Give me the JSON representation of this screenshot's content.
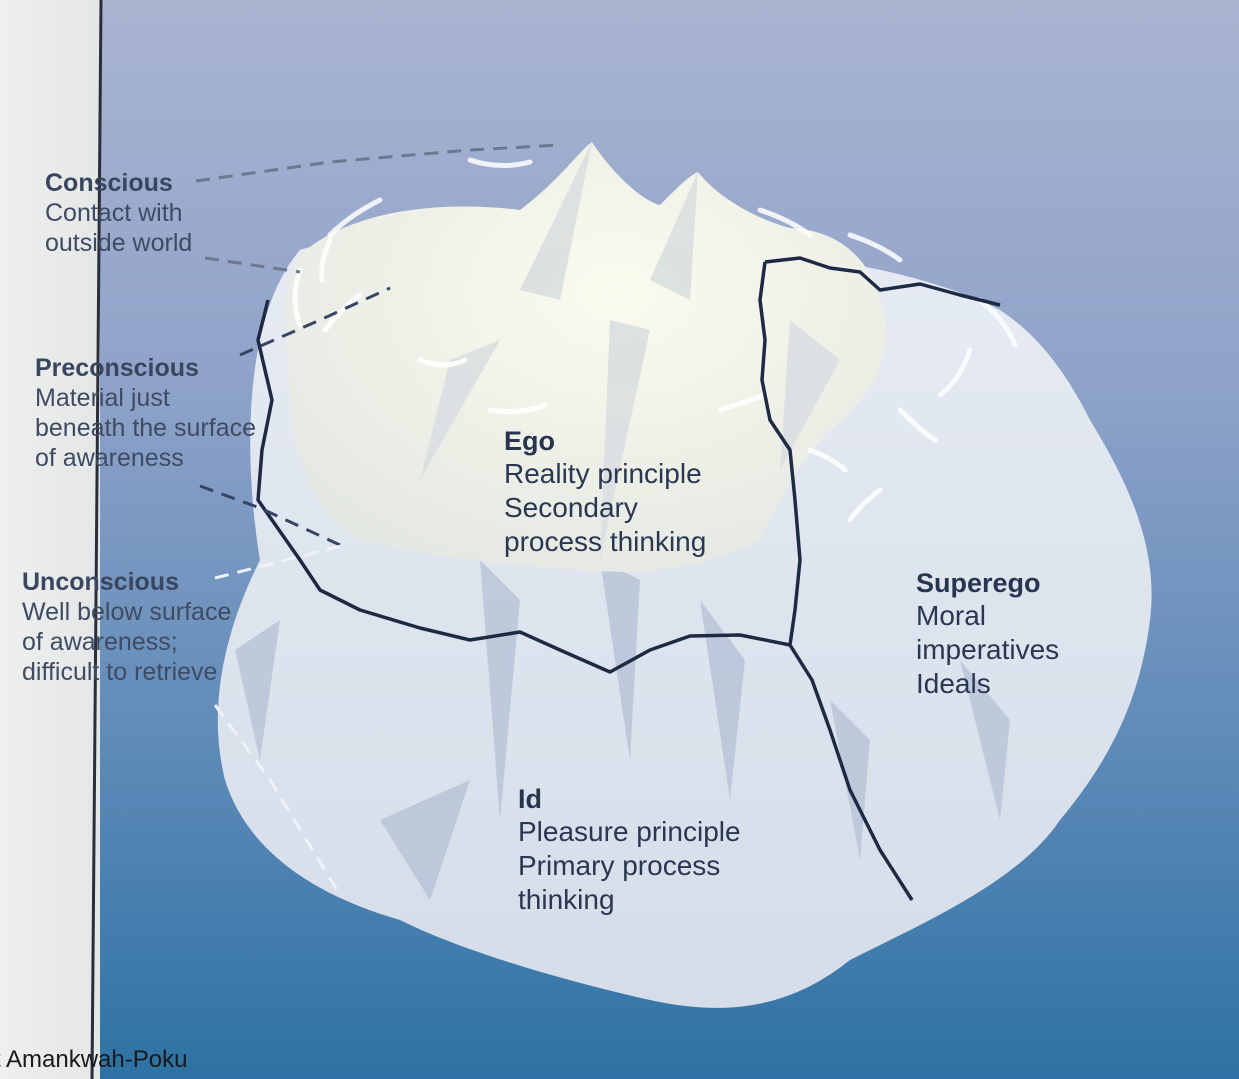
{
  "labels": {
    "conscious": {
      "title": "Conscious",
      "lines": [
        "Contact with",
        "outside world"
      ]
    },
    "preconscious": {
      "title": "Preconscious",
      "lines": [
        "Material just",
        "beneath the surface",
        "of awareness"
      ]
    },
    "unconscious": {
      "title": "Unconscious",
      "lines": [
        "Well below surface",
        "of awareness;",
        "difficult to retrieve"
      ]
    },
    "ego": {
      "title": "Ego",
      "lines": [
        "Reality principle",
        "Secondary",
        "process thinking"
      ]
    },
    "superego": {
      "title": "Superego",
      "lines": [
        "Moral",
        "imperatives",
        "Ideals"
      ]
    },
    "id": {
      "title": "Id",
      "lines": [
        "Pleasure principle",
        "Primary process",
        "thinking"
      ]
    }
  },
  "credit": "t Amankwah-Poku",
  "colors": {
    "water_top": "#aeb8d4",
    "water_bottom": "#2f74a6",
    "iceberg_above": "#f4f5e6",
    "iceberg_below": "#dfe6f0",
    "divider": "#1e2a44",
    "label_text": "#2f3c55"
  }
}
